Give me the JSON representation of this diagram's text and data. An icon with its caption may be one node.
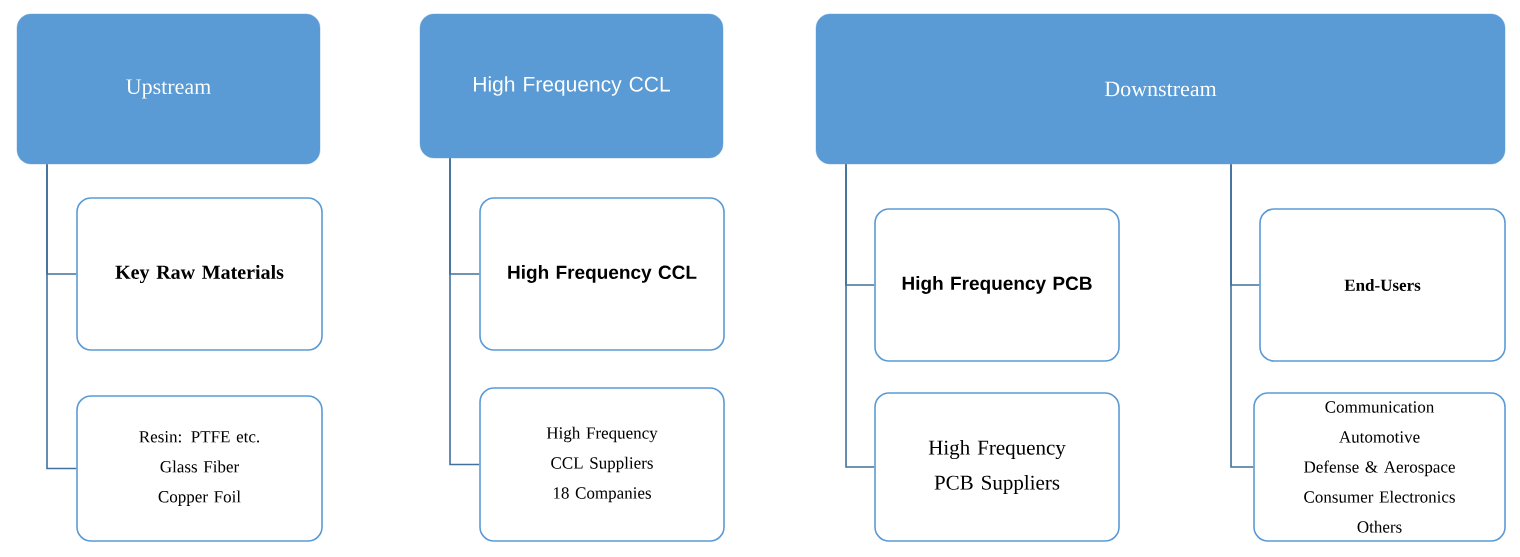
{
  "diagram": {
    "nodes": [
      {
        "text": [
          "Upstream"
        ]
      },
      {
        "text": [
          "Key Raw Materials"
        ]
      },
      {
        "text": [
          "Resin: PTFE etc.",
          "Glass Fiber",
          "Copper Foil"
        ]
      },
      {
        "text": [
          "High Frequency CCL"
        ]
      },
      {
        "text": [
          "High Frequency CCL"
        ]
      },
      {
        "text": [
          "High Frequency CCL Suppliers",
          "18 Companies"
        ]
      },
      {
        "text": [
          "Downstream"
        ]
      },
      {
        "text": [
          "High Frequency PCB"
        ]
      },
      {
        "text": [
          "High Frequency PCB Suppliers"
        ]
      },
      {
        "text": [
          "End-Users"
        ]
      },
      {
        "text": [
          "Communication",
          "Automotive",
          "Defense & Aerospace",
          "Consumer Electronics",
          "Others"
        ]
      }
    ],
    "edges": [
      {
        "from": 0,
        "to": 1,
        "arrow": "none"
      },
      {
        "from": 0,
        "to": 2,
        "arrow": "none"
      },
      {
        "from": 3,
        "to": 4,
        "arrow": "none"
      },
      {
        "from": 3,
        "to": 5,
        "arrow": "none"
      },
      {
        "from": 6,
        "to": 7,
        "arrow": "none"
      },
      {
        "from": 6,
        "to": 8,
        "arrow": "none"
      },
      {
        "from": 6,
        "to": 9,
        "arrow": "none"
      },
      {
        "from": 6,
        "to": 10,
        "arrow": "none"
      }
    ]
  }
}
